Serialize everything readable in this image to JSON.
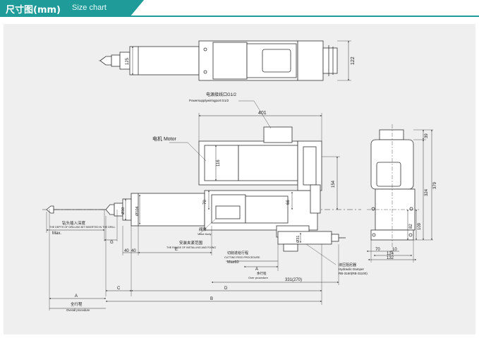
{
  "header": {
    "title_cn": "尺寸图(mm)",
    "title_en": "Size chart"
  },
  "top_view": {
    "dim_125": "125",
    "dim_122": "122"
  },
  "labels": {
    "power_cn": "电源接线口G1/2",
    "power_en": "Powersupplywiringport:G1/2",
    "motor": "电机 Motor",
    "drill_cn": "钻头插入深度",
    "drill_en": "THE DEPTH OF DRILLING BIT INSERTED IN THE DRILL",
    "max": "Max.",
    "mount_cn": "安装夹紧范围",
    "mount_en": "THE RANGE OF INSTALLING AND FIXING",
    "body_cn": "阀体",
    "body_en": "Valve body",
    "cut_cn": "切削进给行程",
    "cut_en": "CUTTING FEED PROCEDURE",
    "max60": "Max60",
    "rapid_cn": "余行程",
    "rapid_en": "Over procedure",
    "damper_cn": "液压阻尼器",
    "damper_en": "Hydraulic Damper",
    "damper_model": "RB-3160(RB-31100)",
    "total_cn": "全行程",
    "total_en": "Overall procedure"
  },
  "dims": {
    "d401": "401",
    "d116": "116",
    "d154": "154",
    "d70": "70",
    "d66": "66",
    "d30": "Ø30",
    "d104": "Ø104",
    "d31": "Ø31",
    "d40a": "40",
    "d40b": "40",
    "dE": "E",
    "dA_small": "A",
    "dG": "G",
    "d331": "331(270)",
    "dA": "A",
    "dB": "B",
    "dC": "C",
    "dD": "D",
    "r39": "39",
    "r324": "324",
    "r379": "379",
    "r82": "82",
    "r109": "109",
    "r70": "70",
    "r10": "10",
    "r124": "124",
    "r132": "132"
  }
}
